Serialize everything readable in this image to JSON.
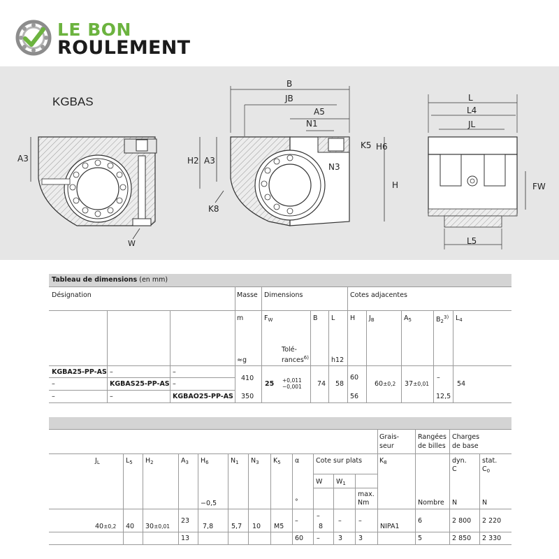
{
  "brand": {
    "line1": "LE BON",
    "line2": "ROULEMENT",
    "colors": {
      "green": "#6cb33f",
      "dark": "#1b1b1b",
      "gray": "#8c8c8c"
    }
  },
  "drawing": {
    "title": "KGBAS",
    "labels": {
      "A3_left": "A3",
      "W": "W",
      "B": "B",
      "JB": "JB",
      "A5": "A5",
      "N1": "N1",
      "K5": "K5",
      "H6": "H6",
      "H2": "H2",
      "A3_mid": "A3",
      "N3": "N3",
      "H": "H",
      "K8": "K8",
      "L": "L",
      "L4": "L4",
      "JL": "JL",
      "FW": "FW",
      "L5": "L5"
    }
  },
  "table1": {
    "title_bold": "Tableau de dimensions",
    "title_rest": " (en mm)",
    "headers": {
      "designation": "Désignation",
      "masse": "Masse",
      "dimensions": "Dimensions",
      "cotes": "Cotes adjacentes",
      "m": "m",
      "fw": "F",
      "fw_sub": "W",
      "b": "B",
      "l": "L",
      "h": "H",
      "jb": "J",
      "jb_sub": "B",
      "a5": "A",
      "a5_sub": "5",
      "b2": "B",
      "b2_sub": "2",
      "b2_sup": "3)",
      "l4": "L",
      "l4_sub": "4",
      "approx_g": "≈g",
      "tol1": "Tolé-",
      "tol2": "rances",
      "tol_sup": "6)",
      "h12": "h12"
    },
    "rows": [
      {
        "d1": "KGBA25-PP-AS",
        "d2": "–",
        "d3": "–"
      },
      {
        "d1": "–",
        "d2": "KGBAS25-PP-AS",
        "d3": "–"
      },
      {
        "d1": "–",
        "d2": "–",
        "d3": "KGBAO25-PP-AS"
      }
    ],
    "values": {
      "m_top": "410",
      "m_bottom": "350",
      "fw": "25",
      "tol_plus": "+0,011",
      "tol_minus": "−0,001",
      "b": "74",
      "l": "58",
      "h_top": "60",
      "h_bottom": "56",
      "jb": "60",
      "jb_tol": "±0,2",
      "a5": "37",
      "a5_tol": "±0,01",
      "b2_top": "–",
      "b2_bottom": "12,5",
      "l4": "54"
    }
  },
  "table2": {
    "headers": {
      "graisseur1": "Grais-",
      "graisseur2": "seur",
      "rangees1": "Rangées",
      "rangees2": "de billes",
      "charges1": "Charges",
      "charges2": "de base",
      "jl": "J",
      "jl_sub": "L",
      "l5": "L",
      "l5_sub": "5",
      "h2": "H",
      "h2_sub": "2",
      "a3": "A",
      "a3_sub": "3",
      "h6": "H",
      "h6_sub": "6",
      "n1": "N",
      "n1_sub": "1",
      "n3": "N",
      "n3_sub": "3",
      "k5": "K",
      "k5_sub": "5",
      "alpha": "α",
      "cote_plats": "Cote sur plats",
      "k8": "K",
      "k8_sub": "8",
      "dyn1": "dyn.",
      "dyn2": "C",
      "stat1": "stat.",
      "stat2": "C",
      "stat2_sub": "0",
      "w": "W",
      "w1": "W",
      "w1_sub": "1",
      "max1": "max.",
      "max2": "Nm",
      "h6_tol": "−0,5",
      "deg": "°",
      "nombre": "Nombre",
      "n_unit": "N",
      "n_unit2": "N"
    },
    "values": {
      "jl": "40",
      "jl_tol": "±0,2",
      "l5": "40",
      "h2": "30",
      "h2_tol": "±0,01",
      "a3_top": "23",
      "a3_bottom": "13",
      "h6": "7,8",
      "n1": "5,7",
      "n3": "10",
      "k5": "M5",
      "alpha_top": "–",
      "alpha_bottom": "60",
      "w_top1": "–",
      "w_top2": "8",
      "w_bottom": "–",
      "w1_top": "–",
      "w1_bottom": "3",
      "max_top": "–",
      "max_bottom": "3",
      "k8": "NIPA1",
      "rows_top": "6",
      "rows_bottom": "5",
      "dyn_top": "2 800",
      "dyn_bottom": "2 850",
      "stat_top": "2 220",
      "stat_bottom": "2 330"
    }
  }
}
